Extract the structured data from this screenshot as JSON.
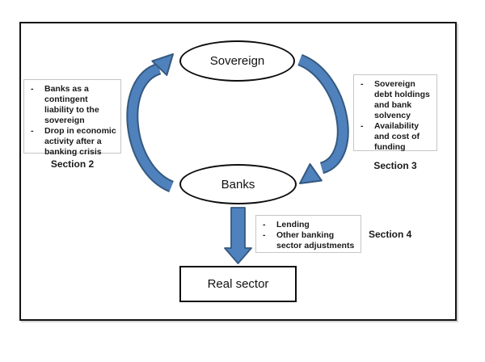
{
  "diagram": {
    "bullet_char": "-",
    "nodes": {
      "sovereign": {
        "label": "Sovereign"
      },
      "banks": {
        "label": "Banks"
      },
      "real_sector": {
        "label": "Real sector"
      }
    },
    "left_box": {
      "items": [
        "Banks as a contingent liability to the sovereign",
        "Drop in economic activity after a banking crisis"
      ],
      "section_label": "Section 2"
    },
    "right_box": {
      "items": [
        "Sovereign debt holdings and bank solvency",
        "Availability and cost of funding"
      ],
      "section_label": "Section 3"
    },
    "bottom_box": {
      "items": [
        "Lending",
        "Other banking sector adjustments"
      ],
      "section_label": "Section 4"
    },
    "arrows": {
      "banks_to_sovereign": "cycle arrow up (left)",
      "sovereign_to_banks": "cycle arrow down (right)",
      "banks_to_real_sector": "straight arrow down"
    },
    "colors": {
      "arrow_fill": "#4f81bd",
      "arrow_outline": "#35597f",
      "node_border": "#0d0d0d",
      "info_box_border": "#c6c6c6",
      "frame_border": "#141414"
    }
  }
}
